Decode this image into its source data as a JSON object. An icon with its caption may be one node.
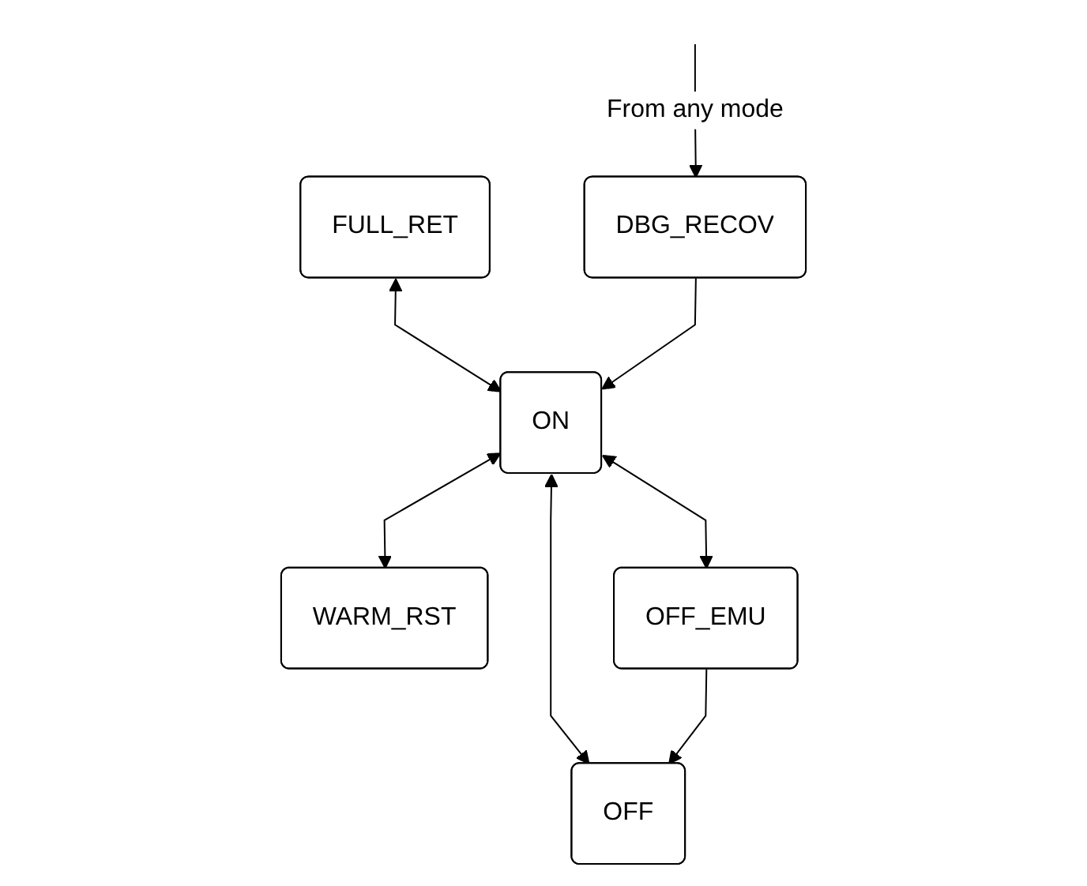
{
  "diagram": {
    "nodes": [
      {
        "text": [
          "FULL_RET"
        ]
      },
      {
        "text": [
          "ON"
        ]
      },
      {
        "text": [
          "WARM_RST"
        ]
      },
      {
        "text": [
          "OFF_EMU"
        ]
      },
      {
        "text": [
          "DBG_RECOV"
        ]
      },
      {
        "text": [
          "OFF"
        ]
      }
    ],
    "edges": [
      {
        "from": 0,
        "to": 1,
        "arrow": "both"
      },
      {
        "from": 1,
        "to": 2,
        "arrow": "both"
      },
      {
        "from": 1,
        "to": 5,
        "arrow": "both"
      },
      {
        "from": 1,
        "to": 3,
        "arrow": "both"
      },
      {
        "from": 4,
        "to": 1,
        "arrow": "to"
      },
      {
        "from": null,
        "to": 4,
        "arrow": "to",
        "label": "From any mode"
      },
      {
        "from": 3,
        "to": 5,
        "arrow": "to"
      }
    ]
  }
}
